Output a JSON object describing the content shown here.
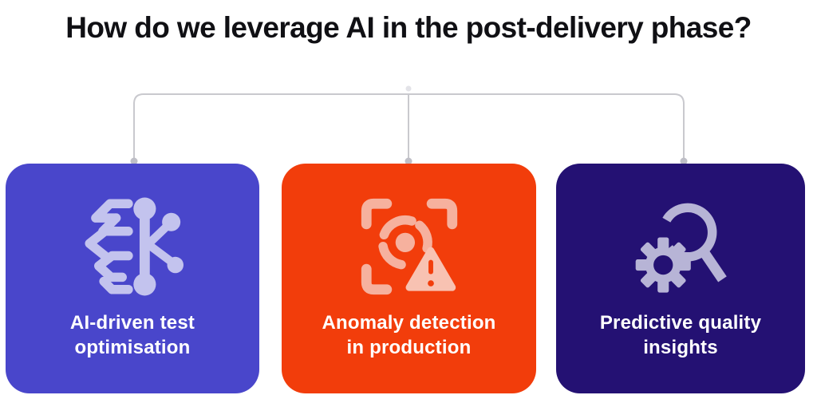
{
  "title": "How do we leverage AI in the post-delivery phase?",
  "title_color": "#101014",
  "connector": {
    "line_color": "#c9c9ce",
    "node_color": "#bfbfc7"
  },
  "cards": [
    {
      "id": "ai-driven-test-optimisation",
      "line1": "AI-driven test",
      "line2": "optimisation",
      "bg": "#4946cb",
      "icon": "brain-circuit-icon",
      "icon_color": "#c3c3ee",
      "icon_accent": "#c3c3ee"
    },
    {
      "id": "anomaly-detection-in-production",
      "line1": "Anomaly detection",
      "line2": "in production",
      "bg": "#f23d0b",
      "icon": "anomaly-scan-warning-icon",
      "icon_color": "#f6b19e",
      "icon_accent": "#f8c2b2"
    },
    {
      "id": "predictive-quality-insights",
      "line1": "Predictive quality",
      "line2": "insights",
      "bg": "#241173",
      "icon": "magnifier-gear-icon",
      "icon_color": "#b7b4d6",
      "icon_accent": "#b7b4d6"
    }
  ]
}
